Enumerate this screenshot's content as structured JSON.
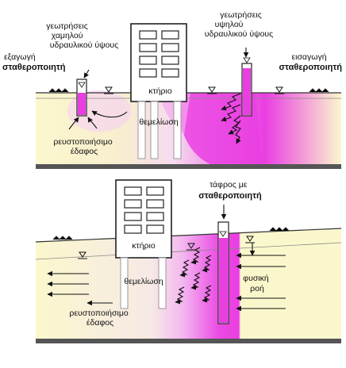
{
  "top_panel": {
    "low_wells": [
      "γεωτρήσεις",
      "χαμηλού",
      "υδραυλικού ύψους"
    ],
    "high_wells": [
      "γεωτρήσεις",
      "υψηλού",
      "υδραυλικού ύψους"
    ],
    "extraction": [
      "εξαγωγή",
      "σταθεροποιητή"
    ],
    "injection": [
      "εισαγωγή",
      "σταθεροποιητή"
    ],
    "building": "κτήριο",
    "foundation": "θεμελίωση",
    "liquefiable_soil": [
      "ρευστοποιήσιμο",
      "έδαφος"
    ]
  },
  "bottom_panel": {
    "trench": [
      "τάφρος με",
      "σταθεροποιητή"
    ],
    "building": "κτήριο",
    "foundation": "θεμελίωση",
    "natural_flow": [
      "φυσική",
      "ροή"
    ],
    "liquefiable_soil": [
      "ρευστοποιήσιμο",
      "έδαφος"
    ]
  },
  "colors": {
    "soil": "#fbf6c8",
    "magenta": "#ea3ee2",
    "pink": "#f6c6f2",
    "ground": "#555555",
    "building": "#ffffff"
  }
}
